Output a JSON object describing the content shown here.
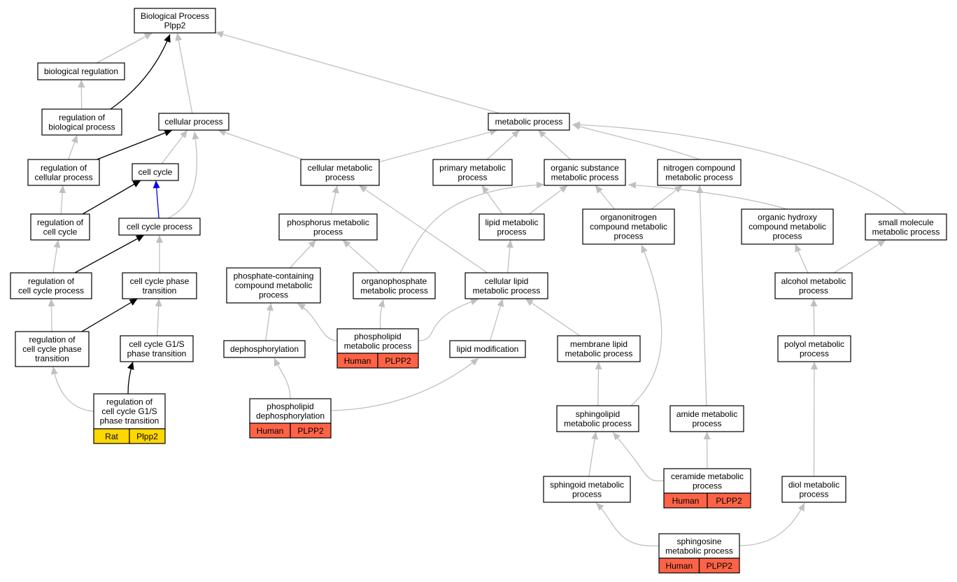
{
  "colors": {
    "edge_default": "#c0c0c0",
    "edge_highlight": "#000000",
    "edge_cellcycle": "#0000ee",
    "human": "#ff6347",
    "rat": "#ffd700"
  },
  "nodes": [
    {
      "id": "root",
      "lines": [
        "Biological Process",
        "Plpp2"
      ]
    },
    {
      "id": "bioreg",
      "lines": [
        "biological regulation"
      ]
    },
    {
      "id": "regbio",
      "lines": [
        "regulation of",
        "biological process"
      ]
    },
    {
      "id": "cellproc",
      "lines": [
        "cellular process"
      ]
    },
    {
      "id": "metab",
      "lines": [
        "metabolic process"
      ]
    },
    {
      "id": "regcell",
      "lines": [
        "regulation of",
        "cellular process"
      ]
    },
    {
      "id": "cellcycle",
      "lines": [
        "cell cycle"
      ]
    },
    {
      "id": "cellmet",
      "lines": [
        "cellular metabolic",
        "process"
      ]
    },
    {
      "id": "primet",
      "lines": [
        "primary metabolic",
        "process"
      ]
    },
    {
      "id": "orgsub",
      "lines": [
        "organic substance",
        "metabolic process"
      ]
    },
    {
      "id": "nitro",
      "lines": [
        "nitrogen compound",
        "metabolic process"
      ]
    },
    {
      "id": "regcc",
      "lines": [
        "regulation of",
        "cell cycle"
      ]
    },
    {
      "id": "ccproc",
      "lines": [
        "cell cycle process"
      ]
    },
    {
      "id": "phosmet",
      "lines": [
        "phosphorus metabolic",
        "process"
      ]
    },
    {
      "id": "lipmet",
      "lines": [
        "lipid metabolic",
        "process"
      ]
    },
    {
      "id": "organon",
      "lines": [
        "organonitrogen",
        "compound metabolic",
        "process"
      ]
    },
    {
      "id": "orghyd",
      "lines": [
        "organic hydroxy",
        "compound metabolic",
        "process"
      ]
    },
    {
      "id": "smallmol",
      "lines": [
        "small molecule",
        "metabolic process"
      ]
    },
    {
      "id": "regccproc",
      "lines": [
        "regulation of",
        "cell cycle process"
      ]
    },
    {
      "id": "ccphase",
      "lines": [
        "cell cycle phase",
        "transition"
      ]
    },
    {
      "id": "phoscont",
      "lines": [
        "phosphate-containing",
        "compound metabolic",
        "process"
      ]
    },
    {
      "id": "orgphos",
      "lines": [
        "organophosphate",
        "metabolic process"
      ]
    },
    {
      "id": "cellip",
      "lines": [
        "cellular lipid",
        "metabolic process"
      ]
    },
    {
      "id": "alcohol",
      "lines": [
        "alcohol metabolic",
        "process"
      ]
    },
    {
      "id": "regccphase",
      "lines": [
        "regulation of",
        "cell cycle phase",
        "transition"
      ]
    },
    {
      "id": "ccg1s",
      "lines": [
        "cell cycle G1/S",
        "phase transition"
      ]
    },
    {
      "id": "dephos",
      "lines": [
        "dephosphorylation"
      ]
    },
    {
      "id": "phospho",
      "lines": [
        "phospholipid",
        "metabolic process"
      ],
      "cells": [
        {
          "label": "Human",
          "color": "human"
        },
        {
          "label": "PLPP2",
          "color": "human"
        }
      ]
    },
    {
      "id": "lipmod",
      "lines": [
        "lipid modification"
      ]
    },
    {
      "id": "memlip",
      "lines": [
        "membrane lipid",
        "metabolic process"
      ]
    },
    {
      "id": "polyol",
      "lines": [
        "polyol metabolic",
        "process"
      ]
    },
    {
      "id": "regccg1s",
      "lines": [
        "regulation of",
        "cell cycle G1/S",
        "phase transition"
      ],
      "cells": [
        {
          "label": "Rat",
          "color": "rat"
        },
        {
          "label": "Plpp2",
          "color": "rat"
        }
      ]
    },
    {
      "id": "phdephos",
      "lines": [
        "phospholipid",
        "dephosphorylation"
      ],
      "cells": [
        {
          "label": "Human",
          "color": "human"
        },
        {
          "label": "PLPP2",
          "color": "human"
        }
      ]
    },
    {
      "id": "sphlip",
      "lines": [
        "sphingolipid",
        "metabolic process"
      ]
    },
    {
      "id": "amide",
      "lines": [
        "amide metabolic",
        "process"
      ]
    },
    {
      "id": "sphoid",
      "lines": [
        "sphingoid metabolic",
        "process"
      ]
    },
    {
      "id": "ceramide",
      "lines": [
        "ceramide metabolic",
        "process"
      ],
      "cells": [
        {
          "label": "Human",
          "color": "human"
        },
        {
          "label": "PLPP2",
          "color": "human"
        }
      ]
    },
    {
      "id": "diol",
      "lines": [
        "diol metabolic",
        "process"
      ]
    },
    {
      "id": "sphingosine",
      "lines": [
        "sphingosine",
        "metabolic process"
      ],
      "cells": [
        {
          "label": "Human",
          "color": "human"
        },
        {
          "label": "PLPP2",
          "color": "human"
        }
      ]
    }
  ],
  "edges": [
    {
      "from": "bioreg",
      "to": "root",
      "style": "default"
    },
    {
      "from": "regbio",
      "to": "root",
      "style": "highlight"
    },
    {
      "from": "cellproc",
      "to": "root",
      "style": "default"
    },
    {
      "from": "metab",
      "to": "root",
      "style": "default"
    },
    {
      "from": "regbio",
      "to": "bioreg",
      "style": "default"
    },
    {
      "from": "regcell",
      "to": "regbio",
      "style": "default"
    },
    {
      "from": "regcell",
      "to": "cellproc",
      "style": "highlight"
    },
    {
      "from": "cellcycle",
      "to": "cellproc",
      "style": "default"
    },
    {
      "from": "ccproc",
      "to": "cellproc",
      "style": "default"
    },
    {
      "from": "cellmet",
      "to": "cellproc",
      "style": "default"
    },
    {
      "from": "cellmet",
      "to": "metab",
      "style": "default"
    },
    {
      "from": "primet",
      "to": "metab",
      "style": "default"
    },
    {
      "from": "orgsub",
      "to": "metab",
      "style": "default"
    },
    {
      "from": "nitro",
      "to": "metab",
      "style": "default"
    },
    {
      "from": "smallmol",
      "to": "metab",
      "style": "default"
    },
    {
      "from": "regcc",
      "to": "regcell",
      "style": "default"
    },
    {
      "from": "regcc",
      "to": "cellcycle",
      "style": "highlight"
    },
    {
      "from": "ccproc",
      "to": "cellcycle",
      "style": "cellcycle"
    },
    {
      "from": "regccproc",
      "to": "regcc",
      "style": "default"
    },
    {
      "from": "regccproc",
      "to": "ccproc",
      "style": "highlight"
    },
    {
      "from": "ccphase",
      "to": "ccproc",
      "style": "default"
    },
    {
      "from": "regccphase",
      "to": "regccproc",
      "style": "default"
    },
    {
      "from": "regccphase",
      "to": "ccphase",
      "style": "highlight"
    },
    {
      "from": "ccg1s",
      "to": "ccphase",
      "style": "default"
    },
    {
      "from": "regccg1s",
      "to": "regccphase",
      "style": "default"
    },
    {
      "from": "regccg1s",
      "to": "ccg1s",
      "style": "highlight"
    },
    {
      "from": "phosmet",
      "to": "cellmet",
      "style": "default"
    },
    {
      "from": "cellip",
      "to": "cellmet",
      "style": "default"
    },
    {
      "from": "phoscont",
      "to": "phosmet",
      "style": "default"
    },
    {
      "from": "orgphos",
      "to": "phosmet",
      "style": "default"
    },
    {
      "from": "orgphos",
      "to": "orgsub",
      "style": "default"
    },
    {
      "from": "lipmet",
      "to": "primet",
      "style": "default"
    },
    {
      "from": "lipmet",
      "to": "orgsub",
      "style": "default"
    },
    {
      "from": "organon",
      "to": "orgsub",
      "style": "default"
    },
    {
      "from": "organon",
      "to": "nitro",
      "style": "default"
    },
    {
      "from": "orghyd",
      "to": "orgsub",
      "style": "default"
    },
    {
      "from": "alcohol",
      "to": "orghyd",
      "style": "default"
    },
    {
      "from": "alcohol",
      "to": "smallmol",
      "style": "default"
    },
    {
      "from": "polyol",
      "to": "alcohol",
      "style": "default"
    },
    {
      "from": "diol",
      "to": "polyol",
      "style": "default"
    },
    {
      "from": "cellip",
      "to": "lipmet",
      "style": "default"
    },
    {
      "from": "dephos",
      "to": "phoscont",
      "style": "default"
    },
    {
      "from": "phospho",
      "to": "phoscont",
      "style": "default"
    },
    {
      "from": "phospho",
      "to": "orgphos",
      "style": "default"
    },
    {
      "from": "phospho",
      "to": "cellip",
      "style": "default"
    },
    {
      "from": "lipmod",
      "to": "cellip",
      "style": "default"
    },
    {
      "from": "memlip",
      "to": "cellip",
      "style": "default"
    },
    {
      "from": "sphlip",
      "to": "memlip",
      "style": "default"
    },
    {
      "from": "sphlip",
      "to": "organon",
      "style": "default"
    },
    {
      "from": "amide",
      "to": "nitro",
      "style": "default"
    },
    {
      "from": "phdephos",
      "to": "dephos",
      "style": "default"
    },
    {
      "from": "phdephos",
      "to": "lipmod",
      "style": "default"
    },
    {
      "from": "sphoid",
      "to": "sphlip",
      "style": "default"
    },
    {
      "from": "ceramide",
      "to": "sphlip",
      "style": "default"
    },
    {
      "from": "ceramide",
      "to": "amide",
      "style": "default"
    },
    {
      "from": "sphingosine",
      "to": "sphoid",
      "style": "default"
    },
    {
      "from": "sphingosine",
      "to": "diol",
      "style": "default"
    }
  ]
}
